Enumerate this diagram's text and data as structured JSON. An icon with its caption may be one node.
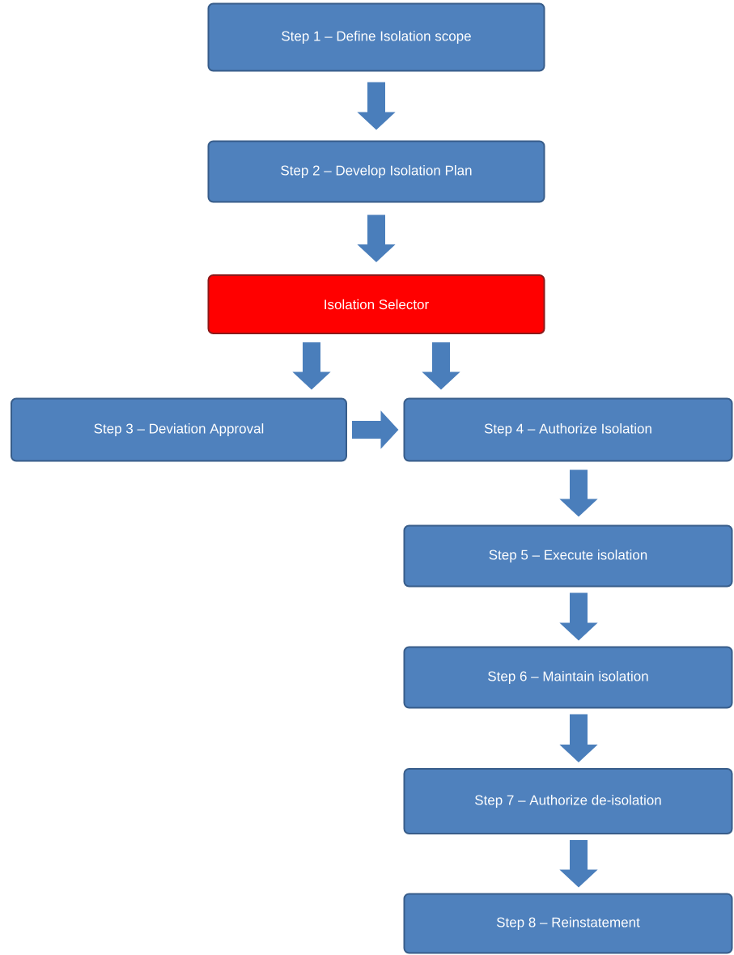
{
  "diagram": {
    "nodes": [
      {
        "text": [
          "Step 1 – Define Isolation scope"
        ]
      },
      {
        "text": [
          "Step 2 – Develop Isolation Plan"
        ]
      },
      {
        "text": [
          "Isolation Selector"
        ]
      },
      {
        "text": [
          "Step 3 – Deviation Approval"
        ]
      },
      {
        "text": [
          "Step 4 – Authorize Isolation"
        ]
      },
      {
        "text": [
          "Step 5 – Execute isolation"
        ]
      },
      {
        "text": [
          "Step 6 – Maintain isolation"
        ]
      },
      {
        "text": [
          "Step 7 – Authorize de-isolation"
        ]
      },
      {
        "text": [
          "Step 8 – Reinstatement"
        ]
      }
    ],
    "edges": [
      {
        "from": 0,
        "to": 1,
        "arrow": "to"
      },
      {
        "from": 1,
        "to": 2,
        "arrow": "to"
      },
      {
        "from": 2,
        "to": 3,
        "arrow": "to"
      },
      {
        "from": 2,
        "to": 4,
        "arrow": "to"
      },
      {
        "from": 3,
        "to": 4,
        "arrow": "to"
      },
      {
        "from": 4,
        "to": 5,
        "arrow": "to"
      },
      {
        "from": 5,
        "to": 6,
        "arrow": "to"
      },
      {
        "from": 6,
        "to": 7,
        "arrow": "to"
      },
      {
        "from": 7,
        "to": 8,
        "arrow": "to"
      }
    ]
  }
}
